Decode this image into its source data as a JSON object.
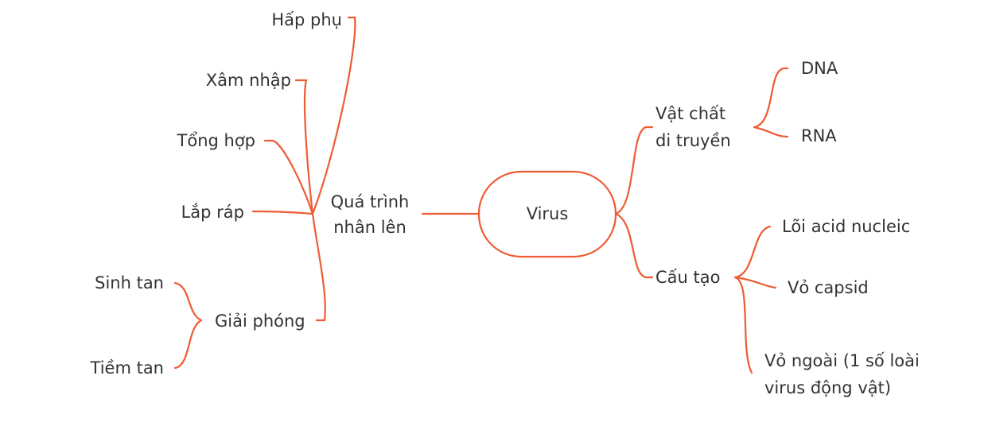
{
  "mindmap": {
    "root": "Virus",
    "left": {
      "label_l1": "Quá trình",
      "label_l2": "nhân lên",
      "steps": [
        "Hấp phụ",
        "Xâm nhập",
        "Tổng hợp",
        "Lắp ráp",
        "Giải phóng"
      ],
      "release_types": [
        "Sinh tan",
        "Tiềm tan"
      ]
    },
    "right": {
      "genetic_l1": "Vật chất",
      "genetic_l2": "di truyền",
      "genetic_types": [
        "DNA",
        "RNA"
      ],
      "structure": "Cấu tạo",
      "structure_parts": [
        "Lõi acid nucleic",
        "Vỏ capsid"
      ],
      "envelope_l1": "Vỏ ngoài (1 số loài",
      "envelope_l2": "virus động vật)"
    },
    "colors": {
      "line": "#ee5b33",
      "text": "#333333"
    }
  }
}
